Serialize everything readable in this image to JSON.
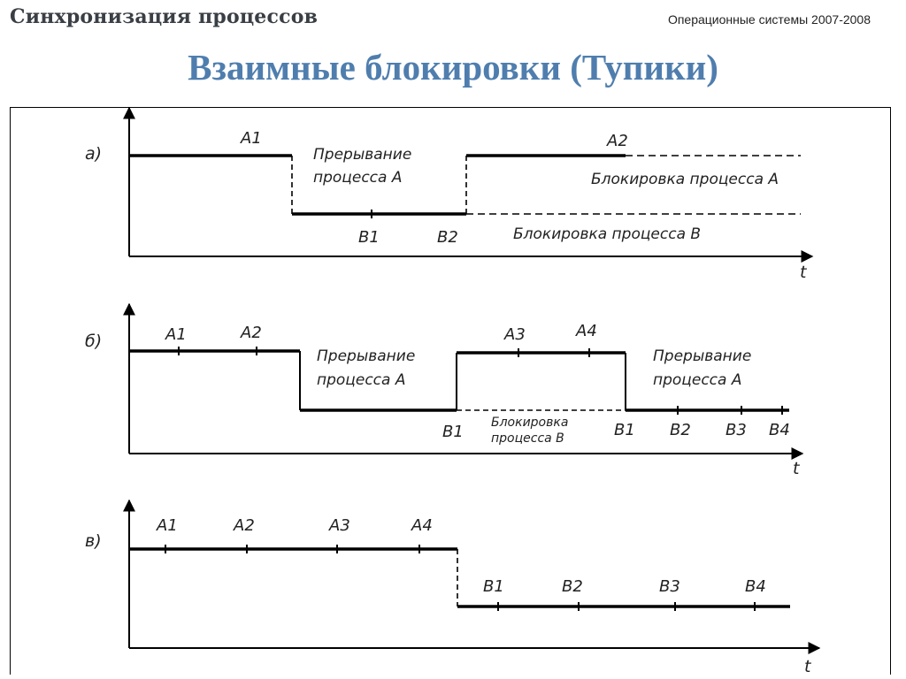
{
  "header": {
    "topic": "Синхронизация процессов",
    "course": "Операционные системы 2007-2008",
    "title": "Взаимные блокировки (Тупики)"
  },
  "diagram_a": {
    "panel_label": "а)",
    "axis_label": "t",
    "ticks": {
      "a1": "A1",
      "a2": "A2",
      "b1": "B1",
      "b2": "B2"
    },
    "interrupt_label": {
      "line1": "Прерывание",
      "line2": "процесса А"
    },
    "block_a_label": "Блокировка процесса А",
    "block_b_label": "Блокировка процесса В"
  },
  "diagram_b": {
    "panel_label": "б)",
    "axis_label": "t",
    "ticks": {
      "a1": "A1",
      "a2": "A2",
      "a3": "A3",
      "a4": "A4",
      "b1_first": "B1",
      "b1_second": "B1",
      "b2": "B2",
      "b3": "B3",
      "b4": "B4"
    },
    "interrupt1_label": {
      "line1": "Прерывание",
      "line2": "процесса А"
    },
    "interrupt2_label": {
      "line1": "Прерывание",
      "line2": "процесса А"
    },
    "block_label": {
      "line1": "Блокировка",
      "line2": "процесса В"
    }
  },
  "diagram_c": {
    "panel_label": "в)",
    "axis_label": "t",
    "ticks": {
      "a1": "A1",
      "a2": "A2",
      "a3": "A3",
      "a4": "A4",
      "b1": "B1",
      "b2": "B2",
      "b3": "B3",
      "b4": "B4"
    }
  }
}
